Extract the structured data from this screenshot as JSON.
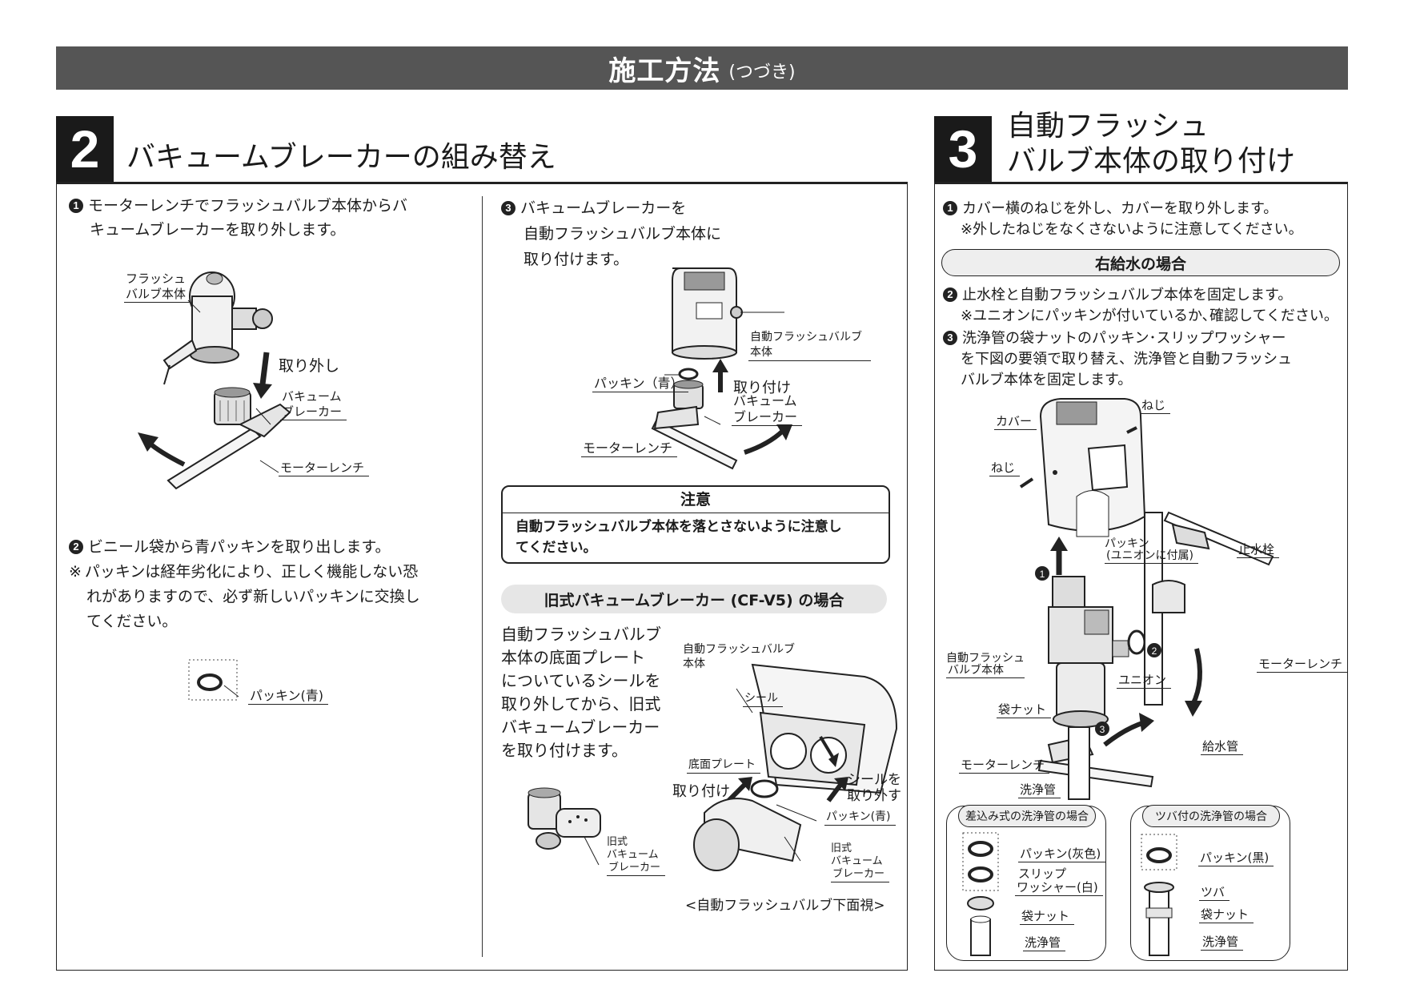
{
  "header": {
    "title": "施工方法",
    "subtitle": "(つづき)"
  },
  "section2": {
    "number": "2",
    "title": "バキュームブレーカーの組み替え",
    "step1": {
      "num": "1",
      "text": "モーターレンチでフラッシュバルブ本体からバ",
      "text2": "キュームブレーカーを取り外します。"
    },
    "fig1": {
      "valve_label_1": "フラッシュ",
      "valve_label_2": "バルブ本体",
      "remove": "取り外し",
      "vb_1": "バキューム",
      "vb_2": "ブレーカー",
      "wrench": "モーターレンチ"
    },
    "step2": {
      "num": "2",
      "text": "ビニール袋から青パッキンを取り出します。"
    },
    "note": {
      "mark": "※",
      "line1": "パッキンは経年劣化により、正しく機能しない恐",
      "line2": "れがありますので、必ず新しいパッキンに交換し",
      "line3": "てください。"
    },
    "packing_label": "パッキン(青)",
    "step3": {
      "num": "3",
      "line1": "バキュームブレーカーを",
      "line2": "自動フラッシュバルブ本体に",
      "line3": "取り付けます。"
    },
    "fig3": {
      "body_1": "自動フラッシュバルブ",
      "body_2": "本体",
      "packing": "パッキン（青）",
      "attach": "取り付け",
      "vb_1": "バキューム",
      "vb_2": "ブレーカー",
      "wrench": "モーターレンチ"
    },
    "caution": {
      "head": "注意",
      "line1": "自動フラッシュバルブ本体を落とさないように注意し",
      "line2": "てください。"
    },
    "old_type": {
      "heading": "旧式バキュームブレーカー (CF-V5) の場合",
      "lines": [
        "自動フラッシュバルブ",
        "本体の底面プレート",
        "についているシールを",
        "取り外してから、旧式",
        "バキュームブレーカー",
        "を取り付けます。"
      ],
      "body_1": "自動フラッシュバルブ",
      "body_2": "本体",
      "seal": "シール",
      "plate": "底面プレート",
      "attach": "取り付け",
      "remove_1": "シールを",
      "remove_2": "取り外す",
      "packing": "パッキン(青)",
      "old_vb_1": "旧式",
      "old_vb_2": "バキューム",
      "old_vb_3": "ブレーカー",
      "caption": "<自動フラッシュバルブ下面視>"
    }
  },
  "section3": {
    "number": "3",
    "title1": "自動フラッシュ",
    "title2": "バルブ本体の取り付け",
    "step1": {
      "num": "1",
      "line1": "カバー横のねじを外し、カバーを取り外します。",
      "line2": "※外したねじをなくさないように注意してください。"
    },
    "pill": "右給水の場合",
    "step2": {
      "num": "2",
      "line1": "止水栓と自動フラッシュバルブ本体を固定します。",
      "line2": "※ユニオンにパッキンが付いているか､確認してください。"
    },
    "step3": {
      "num": "3",
      "line1": "洗浄管の袋ナットのパッキン･スリップワッシャー",
      "line2": "を下図の要領で取り替え、洗浄管と自動フラッシュ",
      "line3": "バルブ本体を固定します。"
    },
    "fig": {
      "cover": "カバー",
      "screw_a": "ねじ",
      "screw_b": "ねじ",
      "packing_1": "パッキン",
      "packing_2": "(ユニオンに付属)",
      "stop_valve": "止水栓",
      "body_1": "自動フラッシュ",
      "body_2": "バルブ本体",
      "union": "ユニオン",
      "wrench_r": "モーターレンチ",
      "bag_nut": "袋ナット",
      "supply_pipe": "給水管",
      "wrench_l": "モーターレンチ",
      "flush_pipe": "洗浄管",
      "n1": "1",
      "n2": "2",
      "n3": "3"
    },
    "box_left": {
      "title": "差込み式の洗浄管の場合",
      "packing": "パッキン(灰色)",
      "slip_1": "スリップ",
      "slip_2": "ワッシャー(白)",
      "nut": "袋ナット",
      "pipe": "洗浄管"
    },
    "box_right": {
      "title": "ツバ付の洗浄管の場合",
      "packing": "パッキン(黒)",
      "flange": "ツバ",
      "nut": "袋ナット",
      "pipe": "洗浄管"
    }
  }
}
